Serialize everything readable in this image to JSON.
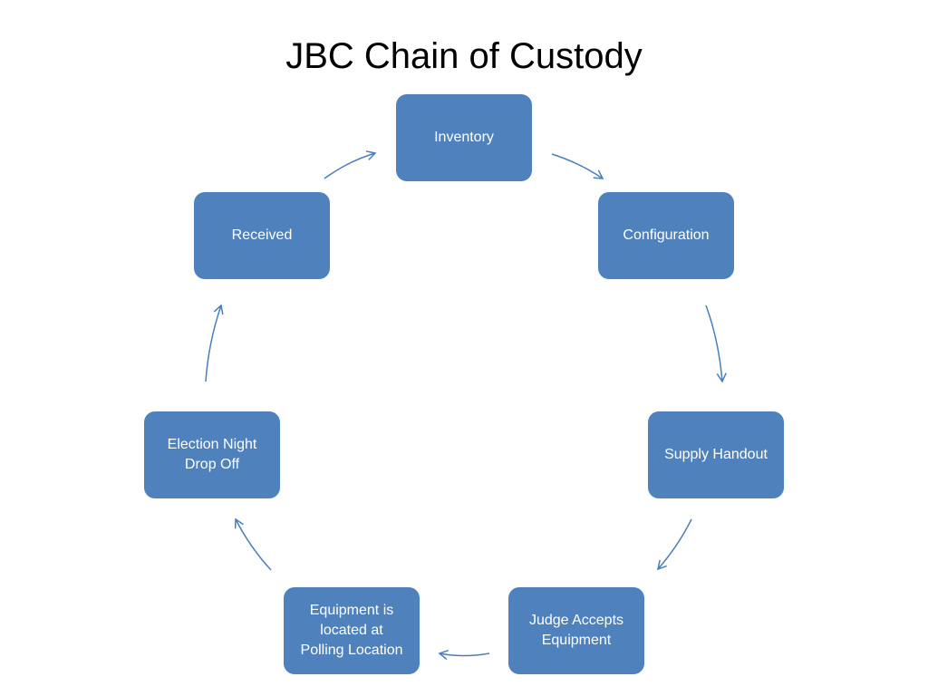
{
  "title": "JBC Chain of Custody",
  "colors": {
    "node_fill": "#4f81bd",
    "node_text": "#ffffff",
    "arrow": "#4a7ebb"
  },
  "nodes": [
    {
      "id": "inventory",
      "label": "Inventory"
    },
    {
      "id": "configuration",
      "label": "Configuration"
    },
    {
      "id": "supply-handout",
      "label": "Supply Handout"
    },
    {
      "id": "judge-accepts",
      "label": "Judge Accepts\nEquipment"
    },
    {
      "id": "equipment-located",
      "label": "Equipment is\nlocated at\nPolling Location"
    },
    {
      "id": "election-night",
      "label": "Election Night\nDrop Off"
    },
    {
      "id": "received",
      "label": "Received"
    }
  ]
}
